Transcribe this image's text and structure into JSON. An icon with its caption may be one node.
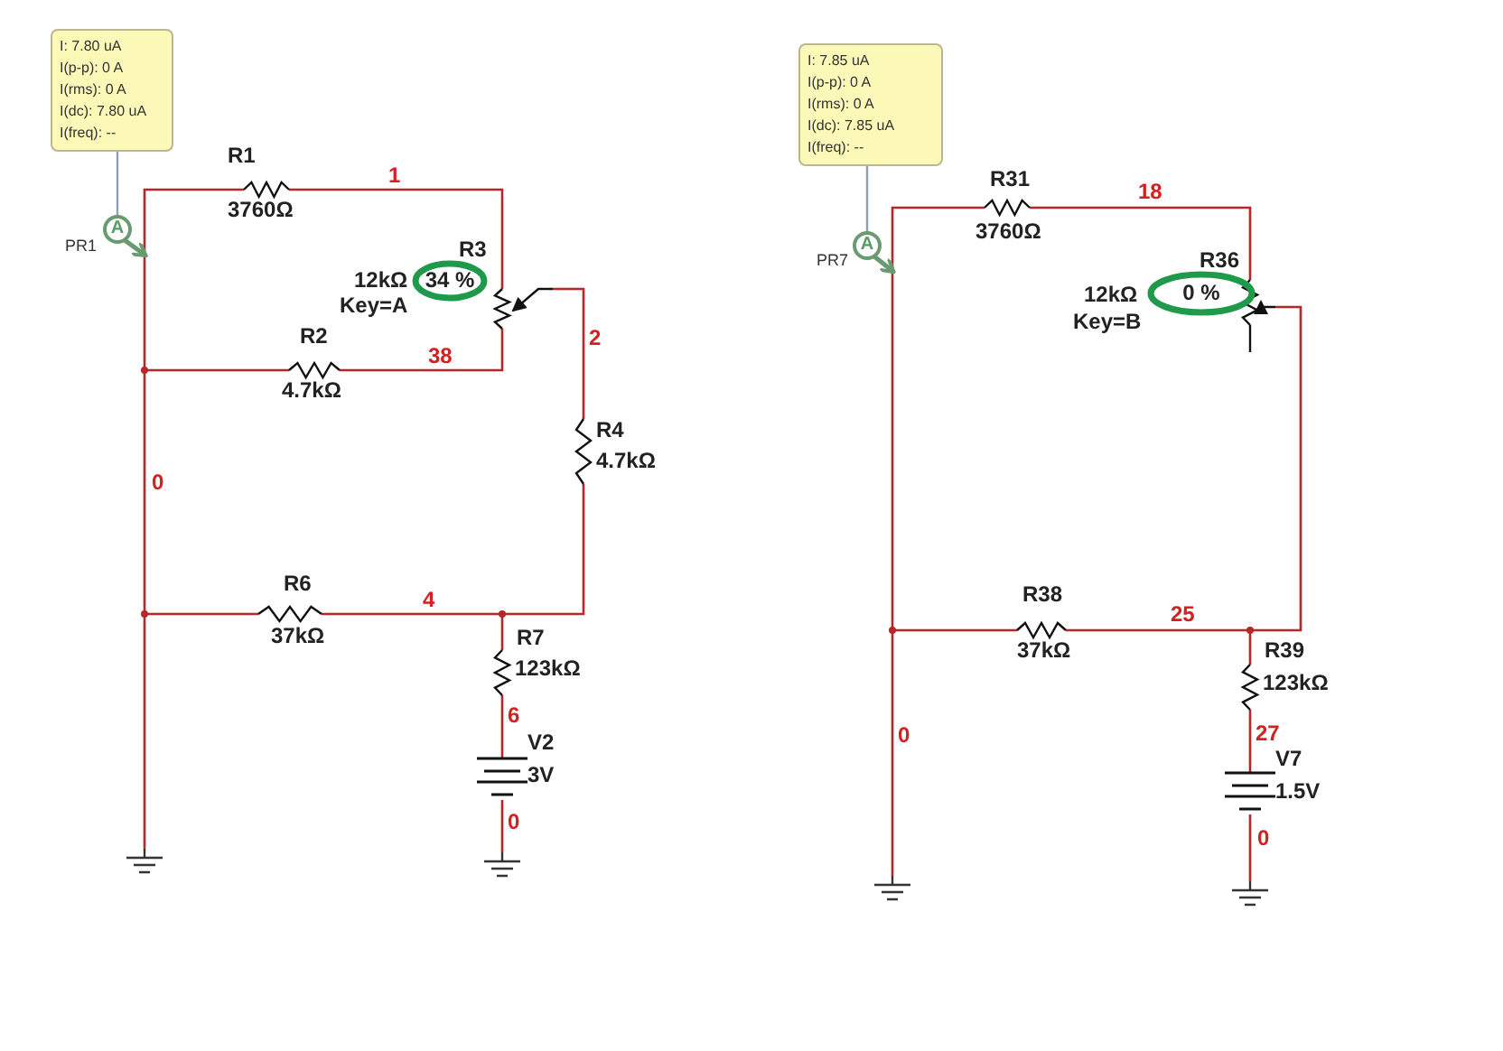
{
  "diagram": {
    "nodes": [
      {
        "text": [
          "I: 7.80 uA",
          "I(p-p): 0 A",
          "I(rms): 0 A",
          "I(dc): 7.80 uA",
          "I(freq): --"
        ]
      },
      {
        "text": [
          "A"
        ],
        "beside": [
          "PR1"
        ]
      },
      {
        "text": [
          "34 %"
        ]
      },
      {
        "text": [
          "I: 7.85 uA",
          "I(p-p): 0 A",
          "I(rms): 0 A",
          "I(dc): 7.85 uA",
          "I(freq): --"
        ]
      },
      {
        "text": [
          "A"
        ],
        "beside": [
          "PR7"
        ]
      },
      {
        "text": [
          "0 %"
        ]
      }
    ],
    "edges": [
      {
        "from": 0,
        "to": 1,
        "arrow": "none"
      },
      {
        "from": 3,
        "to": 4,
        "arrow": "none"
      }
    ],
    "labels": [
      "R1",
      "1",
      "3760Ω",
      "R3",
      "12kΩ",
      "Key=A",
      "2",
      "R2",
      "38",
      "4.7kΩ",
      "0",
      "R4",
      "4.7kΩ",
      "R6",
      "4",
      "37kΩ",
      "R7",
      "123kΩ",
      "6",
      "V2",
      "3V",
      "0",
      "R31",
      "18",
      "3760Ω",
      "R36",
      "12kΩ",
      "Key=B",
      "R38",
      "25",
      "37kΩ",
      "0",
      "R39",
      "123kΩ",
      "27",
      "V7",
      "1.5V",
      "0"
    ]
  }
}
